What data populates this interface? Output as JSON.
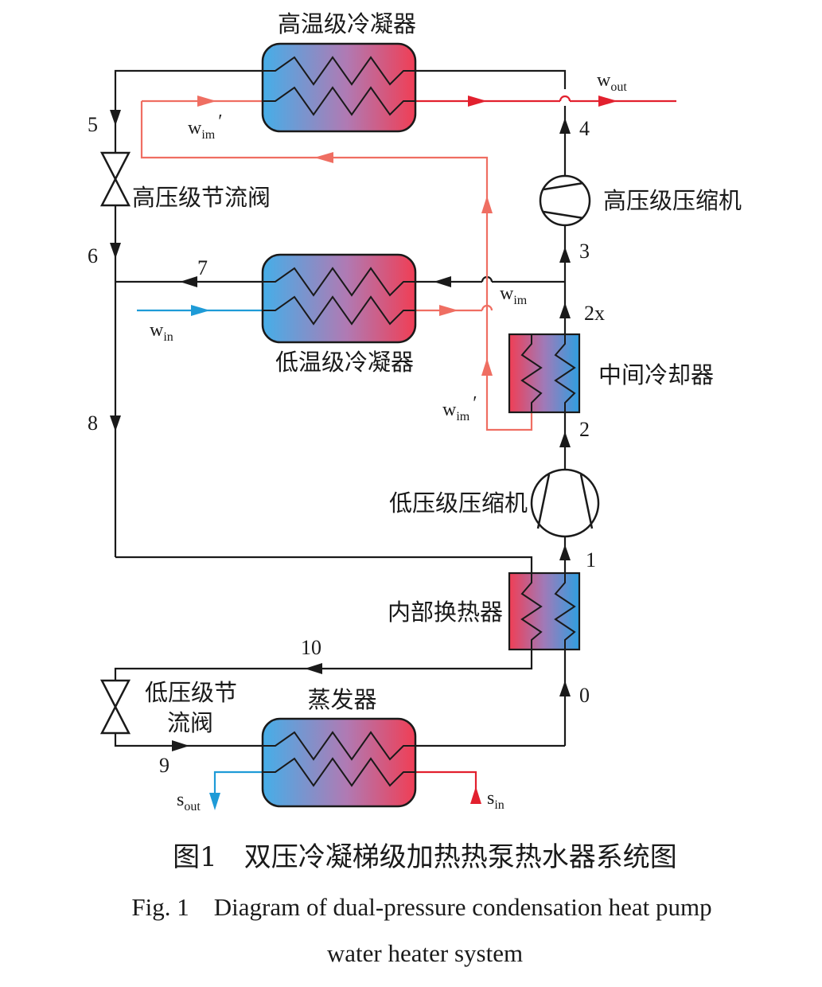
{
  "components": {
    "high_temp_condenser": "高温级冷凝器",
    "low_temp_condenser": "低温级冷凝器",
    "evaporator": "蒸发器",
    "high_pressure_valve": "高压级节流阀",
    "low_pressure_valve_line1": "低压级节",
    "low_pressure_valve_line2": "流阀",
    "high_pressure_compressor": "高压级压缩机",
    "low_pressure_compressor": "低压级压缩机",
    "intercooler": "中间冷却器",
    "internal_heat_exchanger": "内部换热器"
  },
  "state_points": {
    "p0": "0",
    "p1": "1",
    "p2": "2",
    "p2x": "2x",
    "p3": "3",
    "p4": "4",
    "p5": "5",
    "p6": "6",
    "p7": "7",
    "p8": "8",
    "p9": "9",
    "p10": "10"
  },
  "streams": {
    "w_out": {
      "base": "w",
      "sub": "out"
    },
    "w_in": {
      "base": "w",
      "sub": "in"
    },
    "w_im": {
      "base": "w",
      "sub": "im"
    },
    "w_im_prime_top": {
      "base": "w",
      "sub": "im",
      "prime": "′"
    },
    "w_im_prime_bottom": {
      "base": "w",
      "sub": "im",
      "prime": "′"
    },
    "s_out": {
      "base": "s",
      "sub": "out"
    },
    "s_in": {
      "base": "s",
      "sub": "in"
    }
  },
  "caption": {
    "cn": "图1　双压冷凝梯级加热热泵热水器系统图",
    "en_line1": "Fig. 1　Diagram of dual-pressure condensation heat pump",
    "en_line2": "water heater system"
  },
  "colors": {
    "refrigerant_line": "#1a1a1a",
    "hot_water": "#e2202e",
    "warm_water": "#ef6e62",
    "cold_water": "#1e9bd7",
    "hx_cold": "#45aee8",
    "hx_hot": "#f03e55"
  }
}
